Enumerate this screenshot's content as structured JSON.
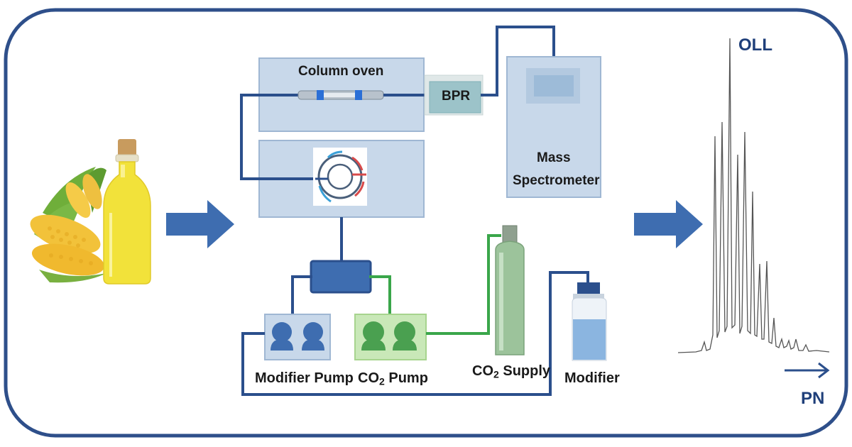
{
  "labels": {
    "column_oven": "Column oven",
    "bpr": "BPR",
    "mass_spec_line1": "Mass",
    "mass_spec_line2": "Spectrometer",
    "modifier_pump": "Modifier Pump",
    "co2_pump_prefix": "CO",
    "co2_pump_sub": "2",
    "co2_pump_suffix": " Pump",
    "co2_supply_prefix": "CO",
    "co2_supply_sub": "2",
    "co2_supply_suffix": " Supply",
    "modifier": "Modifier",
    "peak_label": "OLL",
    "axis_label": "PN"
  },
  "colors": {
    "frame": "#2e4f8a",
    "arrow": "#3e6db0",
    "box_fill": "#c8d8ea",
    "box_border": "#9fb7d3",
    "tubing_blue": "#2b4f8c",
    "tubing_green": "#3aa64a",
    "co2_pump_fill": "#c9e8b8",
    "co2_pump_icon": "#4aa050",
    "modifier_pump_icon": "#3e6db0",
    "cylinder": "#9cc39b",
    "trace": "#555555"
  },
  "icons": {
    "sample": "corn-and-oil-bottle-icon",
    "column": "chromatography-column-icon",
    "valve": "injection-valve-icon",
    "mixer": "mixer-icon",
    "cylinder": "gas-cylinder-icon",
    "modifier_bottle": "solvent-bottle-icon",
    "pump_head": "pump-head-icon"
  }
}
